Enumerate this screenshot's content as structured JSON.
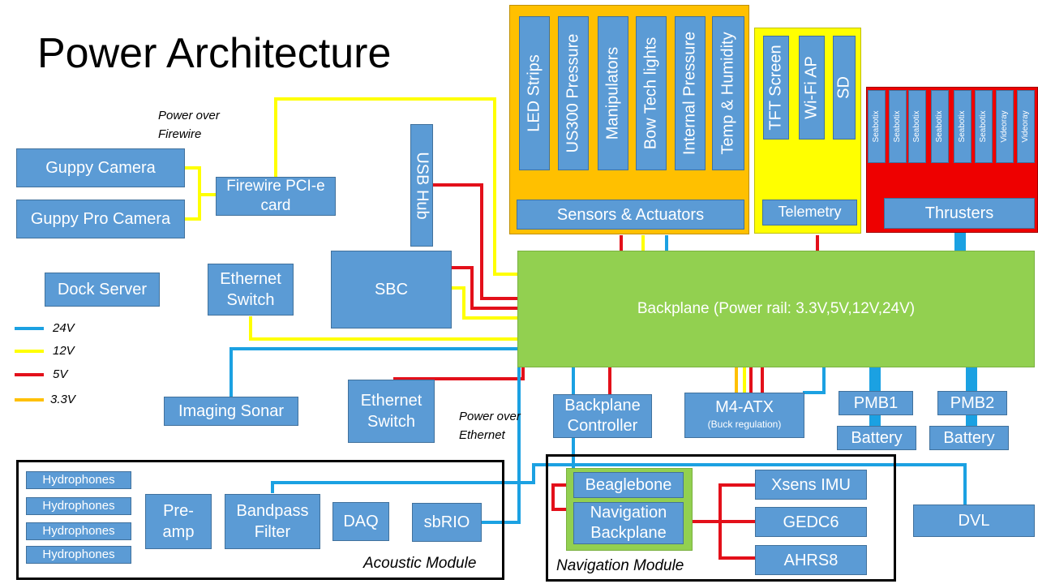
{
  "title": "Power Architecture",
  "legend": [
    {
      "label": "24V",
      "color": "#1ba1e2"
    },
    {
      "label": "12V",
      "color": "#ffff00"
    },
    {
      "label": "5V",
      "color": "#e3101a"
    },
    {
      "label": "3.3V",
      "color": "#ffc000"
    }
  ],
  "colors": {
    "box": "#5b9bd5",
    "green": "#92d050",
    "orange": "#ffc000",
    "yellow": "#ffff00",
    "red": "#ee0000"
  },
  "notes": {
    "firewire_power": "Power over Firewire",
    "ethernet_power": "Power over Ethernet"
  },
  "boxes": {
    "guppy_camera": "Guppy Camera",
    "guppy_pro_camera": "Guppy Pro Camera",
    "firewire_card": "Firewire PCI-e card",
    "usb_hub": "USB Hub",
    "dock_server": "Dock Server",
    "ethernet_switch_top": "Ethernet Switch",
    "sbc": "SBC",
    "backplane": "Backplane (Power rail: 3.3V,5V,12V,24V)",
    "imaging_sonar": "Imaging Sonar",
    "ethernet_switch_bottom": "Ethernet Switch",
    "backplane_controller": "Backplane Controller",
    "m4_atx": "M4-ATX",
    "m4_atx_sub": "(Buck regulation)",
    "pmb1": "PMB1",
    "pmb2": "PMB2",
    "battery1": "Battery",
    "battery2": "Battery",
    "dvl": "DVL"
  },
  "sensors": {
    "items": [
      "LED Strips",
      "US300 Pressure",
      "Manipulators",
      "Bow Tech lights",
      "Internal Pressure",
      "Temp & Humidity"
    ],
    "label": "Sensors & Actuators"
  },
  "telemetry": {
    "items": [
      "TFT Screen",
      "Wi-Fi AP",
      "SD"
    ],
    "label": "Telemetry"
  },
  "thrusters": {
    "items": [
      "Seabotix",
      "Seabotix",
      "Seabotix",
      "Seabotix",
      "Seabotix",
      "Seabotix",
      "Videoray",
      "Videoray"
    ],
    "label": "Thrusters"
  },
  "acoustic": {
    "label": "Acoustic Module",
    "hydrophones": [
      "Hydrophones",
      "Hydrophones",
      "Hydrophones",
      "Hydrophones"
    ],
    "preamp": "Pre-amp",
    "bandpass": "Bandpass Filter",
    "daq": "DAQ",
    "sbrio": "sbRIO"
  },
  "navigation": {
    "label": "Navigation Module",
    "beaglebone": "Beaglebone",
    "nav_backplane": "Navigation Backplane",
    "xsens": "Xsens IMU",
    "gedc6": "GEDC6",
    "ahrs8": "AHRS8"
  }
}
